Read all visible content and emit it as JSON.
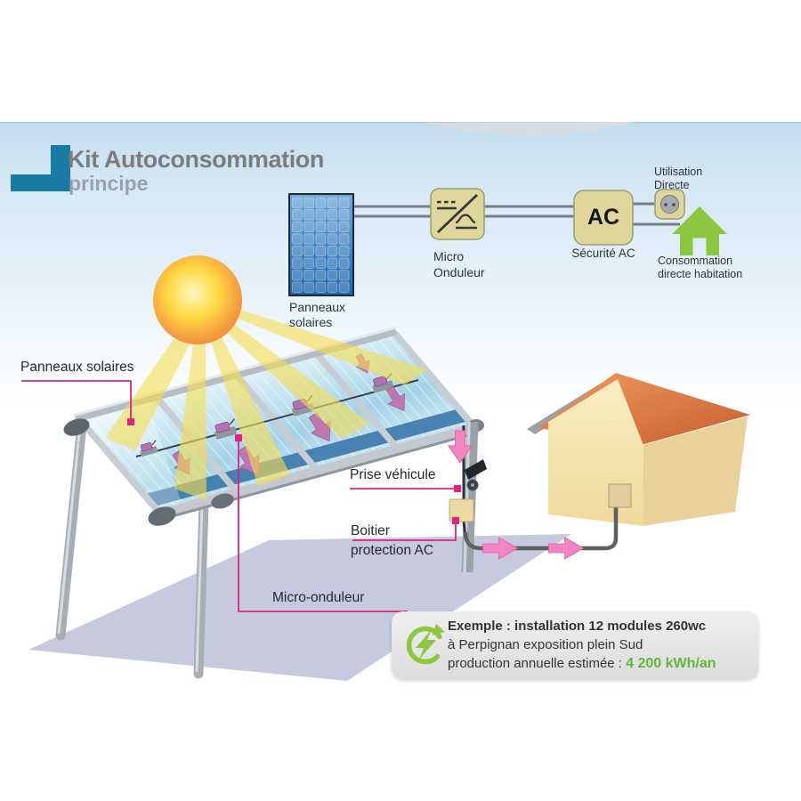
{
  "header": {
    "title": "Kit Autoconsommation",
    "subtitle": "principe"
  },
  "flow_diagram": {
    "panel_label": "Panneaux solaires",
    "inverter_label": "Micro Onduleur",
    "ac_letters": "AC",
    "ac_safety_label": "Sécurité AC",
    "outlet_label": "Utilisation Directe",
    "house_label": "Consommation directe habitation"
  },
  "illustration_labels": {
    "solar_panels": "Panneaux solaires",
    "vehicle_socket": "Prise véhicule",
    "ac_protection_box": "Boitier protection AC",
    "micro_inverter": "Micro-onduleur"
  },
  "example_box": {
    "line1": "Exemple : installation 12 modules 260wc",
    "line2": "à Perpignan exposition plein Sud",
    "line3_prefix": "production annuelle estimée : ",
    "line3_value": "4 200 kWh/an"
  },
  "icons": {
    "logo": "corner-bracket-logo",
    "sun": "sun-icon",
    "solar_panel": "solar-panel-icon",
    "micro_inverter": "inverter-dc-ac-icon",
    "ac_box": "ac-safety-box-icon",
    "outlet": "power-outlet-icon",
    "green_house": "house-icon",
    "eco": "eco-energy-icon"
  },
  "colors": {
    "logo_teal": "#187ba3",
    "accent_pink": "#de2383",
    "flow_arrow_pink": "#f186c2",
    "module_arrow_mauve": "#c173ae",
    "box_tan": "#ded69b",
    "eco_green": "#8dc63f",
    "value_green": "#5eb63d",
    "roof_orange": "#d2703a",
    "sky_blue": "#cfe4f3"
  }
}
